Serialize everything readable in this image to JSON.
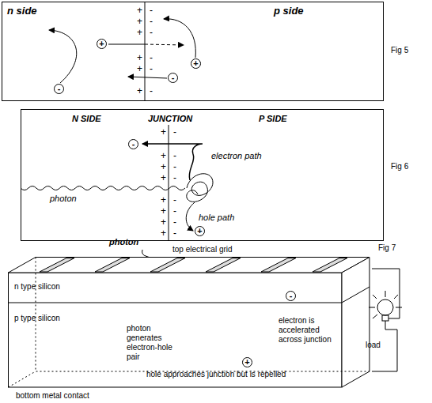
{
  "diagram": {
    "nodes": [
      {
        "text": [
          "n side",
          "p side"
        ]
      },
      {
        "text": [
          "N SIDE",
          "JUNCTION",
          "P SIDE",
          "electron path",
          "photon",
          "hole path"
        ]
      },
      {
        "text": [
          "n type silicon",
          "p type silicon",
          "photon generates electron-hole pair",
          "electron is accelerated across junction",
          "hole approaches junction but is repelled"
        ]
      },
      {
        "text": [
          "load"
        ]
      }
    ],
    "edges": [
      {
        "from": 2,
        "to": 3,
        "arrow": "none"
      },
      {
        "from": 2,
        "to": 3,
        "arrow": "none"
      }
    ],
    "labels": [
      "Fig 5",
      "Fig 6",
      "Fig 7",
      "top electrical grid",
      "bottom metal contact",
      "photon",
      "+",
      "+",
      "-",
      "-",
      "-",
      "+",
      "-",
      "+",
      "+",
      "+",
      "+",
      "+",
      "+",
      "+",
      "-",
      "-",
      "-",
      "-",
      "-",
      "-",
      "+",
      "+",
      "+",
      "+",
      "+",
      "+",
      "+",
      "+",
      "-",
      "-",
      "-",
      "-",
      "-",
      "-",
      "-",
      "-"
    ]
  }
}
